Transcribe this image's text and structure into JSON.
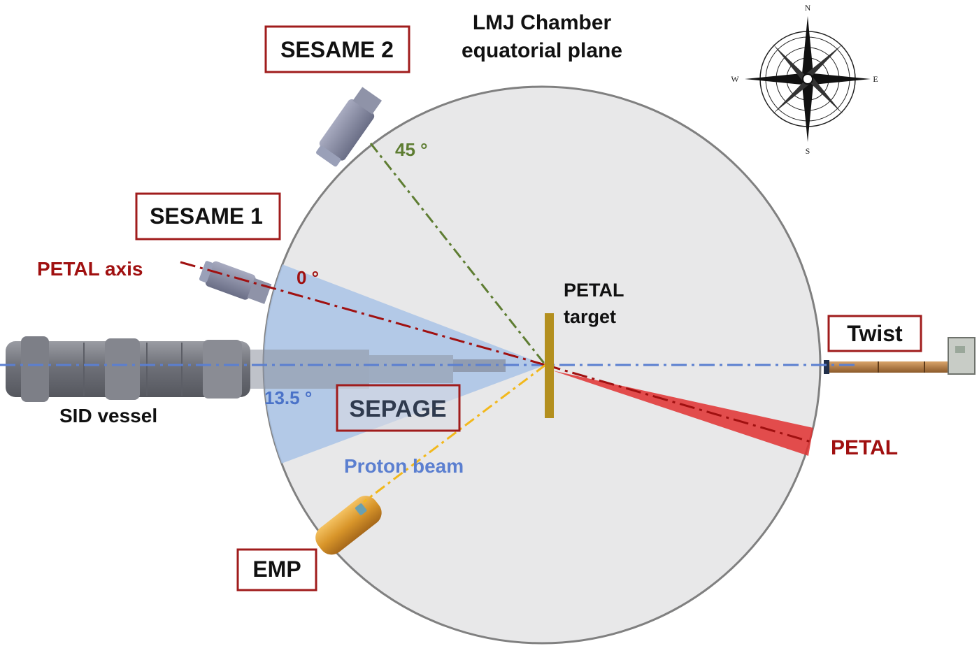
{
  "title": {
    "line1": "LMJ Chamber",
    "line2": "equatorial plane"
  },
  "labels": {
    "sesame2": "SESAME 2",
    "sesame1": "SESAME 1",
    "sepage": "SEPAGE",
    "emp": "EMP",
    "twist": "Twist",
    "petal_axis": "PETAL axis",
    "petal": "PETAL",
    "petal_target_line1": "PETAL",
    "petal_target_line2": "target",
    "sid_vessel": "SID vessel",
    "proton_beam": "Proton beam"
  },
  "angles": {
    "sesame2": "45 °",
    "petal_axis": "0 °",
    "sepage": "13.5 °"
  },
  "compass": {
    "north": "N",
    "south": "S",
    "east": "E",
    "west": "W"
  },
  "colors": {
    "chamber_fill": "#e8e8e9",
    "chamber_stroke": "#808080",
    "label_border": "#a01c1c",
    "petal_red": "#a01010",
    "petal_cone": "#e03030",
    "proton_blue": "#5b7fd0",
    "sepage_cone": "#a9c3e6",
    "angle_green": "#5e7d32",
    "emp_yellow": "#f2b81c",
    "target_gold": "#b38f1e"
  }
}
